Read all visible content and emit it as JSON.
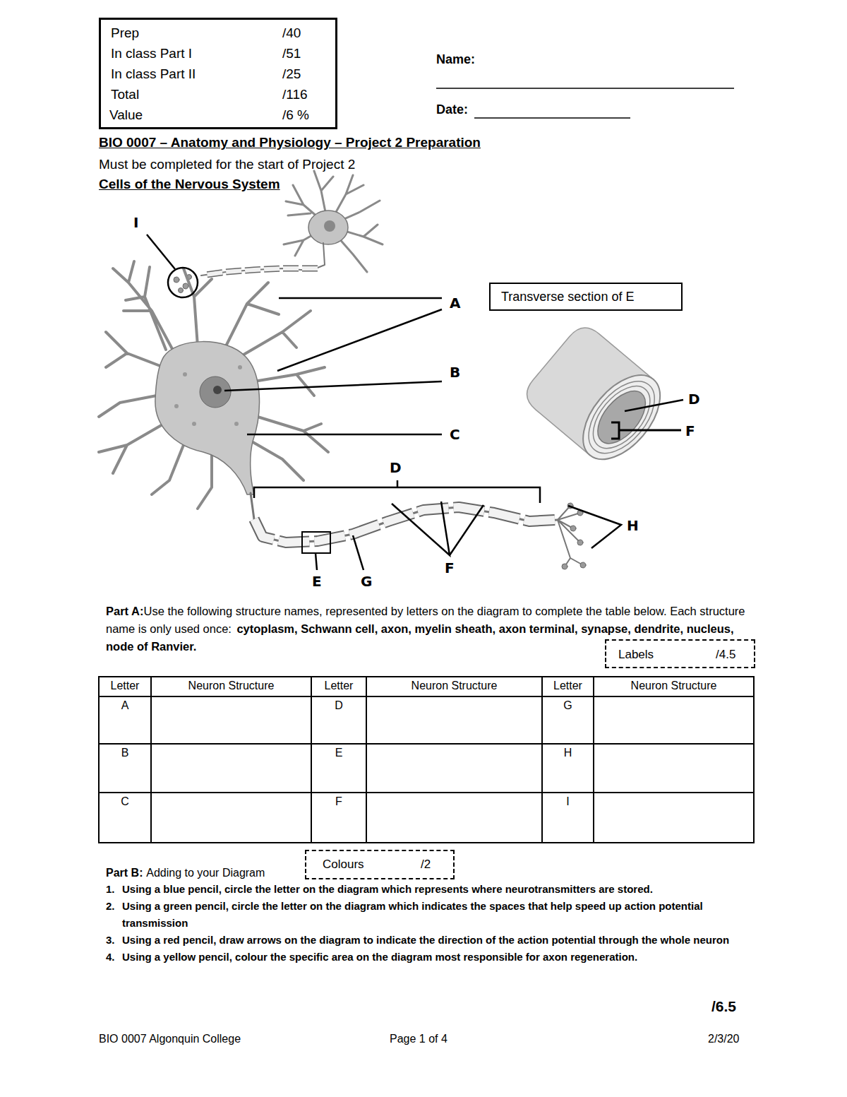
{
  "diagram": {
    "title": "BIO 0007 – Anatomy and Physiology – Project 2 Preparation",
    "nodes": [
      {
        "text": [
          "Prep",
          "/40",
          "In class Part I",
          "/51",
          "In class Part II",
          "/25",
          "Total",
          "/116",
          "Value",
          "/6 %"
        ]
      },
      {
        "text": [
          "Transverse section of E"
        ]
      },
      {
        "text": [
          "Labels",
          "/4.5"
        ]
      },
      {
        "text": [
          "Colours",
          "/2"
        ]
      }
    ],
    "labels": [
      "Name:",
      "Date:",
      "Must be completed for the start of Project 2",
      "Cells of the Nervous System",
      "I",
      "A",
      "B",
      "C",
      "D",
      "D",
      "F",
      "H",
      "F",
      "E",
      "G",
      "Part A:",
      "Use the following structure names, represented by letters on the diagram to complete the table below. Each structure name is only used once:",
      "cytoplasm, Schwann cell, axon, myelin sheath, axon terminal, synapse, dendrite, nucleus, node of Ranvier.",
      "Letter",
      "Neuron Structure",
      "Letter",
      "Neuron Structure",
      "Letter",
      "Neuron Structure",
      "A",
      "D",
      "G",
      "B",
      "E",
      "H",
      "C",
      "F",
      "I",
      "Part B:",
      "Adding to your Diagram",
      "1.",
      "Using a blue pencil, circle the letter on the diagram which represents where neurotransmitters are stored.",
      "2.",
      "Using a green pencil, circle the letter on the diagram which indicates the spaces that help speed up action potential transmission",
      "3.",
      "Using a red pencil, draw arrows on the diagram to indicate the direction of the action potential through the whole neuron",
      "4.",
      "Using a yellow pencil, colour the specific area on the diagram most responsible for axon regeneration.",
      "/6.5",
      "BIO 0007 Algonquin College",
      "Page 1 of 4",
      "2/3/20"
    ]
  }
}
